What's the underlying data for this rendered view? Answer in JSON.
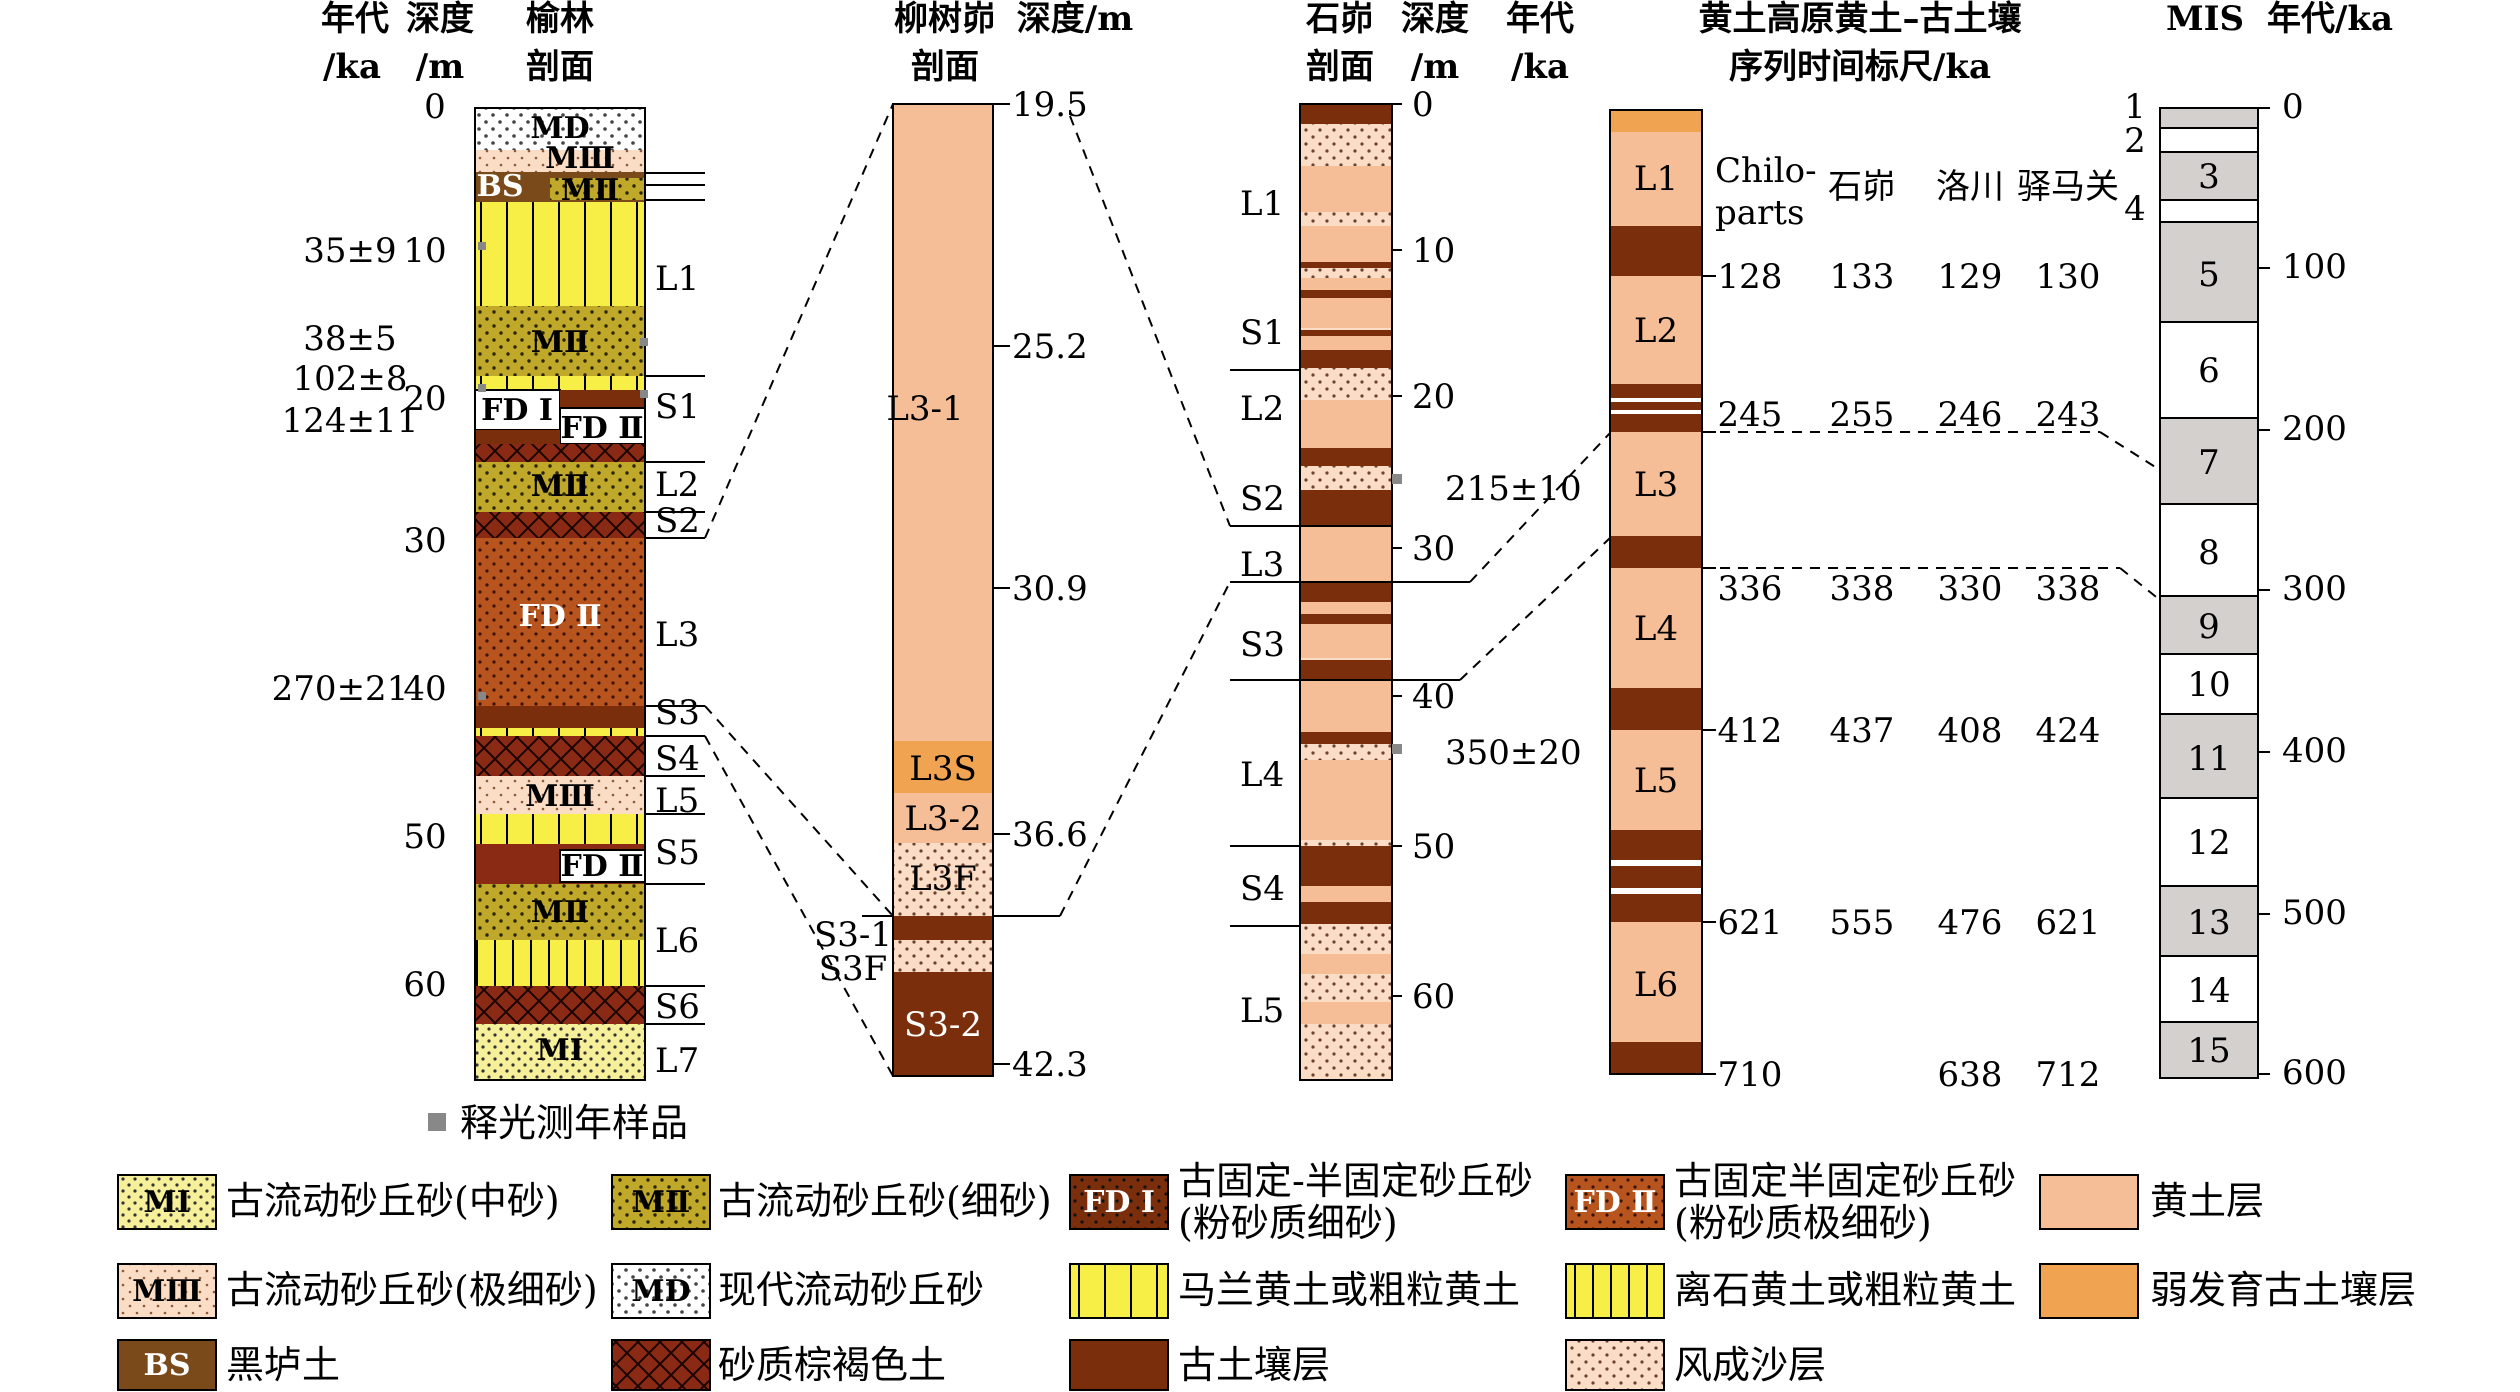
{
  "colors": {
    "loess": "#F5BE96",
    "weak_paleosol": "#F0A452",
    "paleosol": "#7A2E0C",
    "black_soil": "#7A4A1A",
    "malan_loess": "#F7EF45",
    "lishi_loess": "#F7EF45",
    "fine_dune": "#BFA82A",
    "fixed_dune_I": "#8A3A14",
    "fixed_dune_II": "#B8541D",
    "sandy_brown_soil": "#8A2A14",
    "aeolian_sand": "#FBDCC5",
    "mis_gray": "#D3D0CD"
  },
  "yulin": {
    "header": [
      "年代",
      "深度",
      "榆林"
    ],
    "header2": [
      "/ka",
      "/m",
      "剖面"
    ],
    "depth_ticks": [
      "0",
      "10",
      "20",
      "30",
      "40",
      "50",
      "60"
    ],
    "ages": [
      "35±9",
      "38±5",
      "102±8",
      "124±11",
      "270±21"
    ],
    "units": [
      "L1",
      "S1",
      "L2",
      "S2",
      "L3",
      "S3",
      "S4",
      "L5",
      "S5",
      "L6",
      "S6",
      "L7"
    ],
    "labels": {
      "md": "MD",
      "m3a": "MⅢ",
      "bs": "BS",
      "m2a": "MⅡ",
      "m2b": "MⅡ",
      "fd1": "FD Ⅰ",
      "fd2a": "FD Ⅱ",
      "m2c": "MⅡ",
      "fd2b": "FD Ⅱ",
      "m3b": "MⅢ",
      "fd2c": "FD Ⅱ",
      "m2d": "MⅡ",
      "m1": "MⅠ"
    },
    "osl_note": "释光测年样品"
  },
  "liushumao": {
    "header": [
      "柳树峁",
      "深度/m"
    ],
    "header2": [
      "剖面"
    ],
    "depth_ticks": [
      "19.5",
      "25.2",
      "30.9",
      "36.6",
      "42.3"
    ],
    "units": {
      "l3_1": "L3-1",
      "l3s": "L3S",
      "l3_2": "L3-2",
      "l3f": "L3F",
      "s3_1": "S3-1",
      "s3f": "S3F",
      "s3_2": "S3-2"
    }
  },
  "shimao": {
    "header": [
      "石峁",
      "深度",
      "年代"
    ],
    "header2": [
      "剖面",
      "/m",
      "/ka"
    ],
    "depth_ticks": [
      "0",
      "10",
      "20",
      "30",
      "40",
      "50",
      "60"
    ],
    "units": [
      "L1",
      "S1",
      "L2",
      "S2",
      "L3",
      "S3",
      "L4",
      "S4",
      "L5"
    ],
    "ages": [
      "215±10",
      "350±20"
    ]
  },
  "timescale": {
    "title": [
      "黄土高原黄土–古土壤",
      "序列时间标尺/ka"
    ],
    "columns": [
      "Chilo-",
      "parts",
      "石峁",
      "洛川",
      "驿马关"
    ],
    "units": [
      "L1",
      "L2",
      "L3",
      "L4",
      "L5",
      "L6"
    ],
    "rows": [
      [
        "128",
        "133",
        "129",
        "130"
      ],
      [
        "245",
        "255",
        "246",
        "243"
      ],
      [
        "336",
        "338",
        "330",
        "338"
      ],
      [
        "412",
        "437",
        "408",
        "424"
      ],
      [
        "621",
        "555",
        "476",
        "621"
      ],
      [
        "710",
        "",
        "638",
        "712"
      ]
    ]
  },
  "mis": {
    "header": [
      "MIS",
      "年代/ka"
    ],
    "stages": [
      "1",
      "2",
      "3",
      "4",
      "5",
      "6",
      "7",
      "8",
      "9",
      "10",
      "11",
      "12",
      "13",
      "14",
      "15"
    ],
    "age_ticks": [
      "0",
      "100",
      "200",
      "300",
      "400",
      "500",
      "600"
    ]
  },
  "legend": {
    "items": [
      {
        "abbr": "MⅠ",
        "text": "古流动砂丘砂(中砂)"
      },
      {
        "abbr": "MⅡ",
        "text": "古流动砂丘砂(细砂)"
      },
      {
        "abbr": "FD Ⅰ",
        "text": "古固定-半固定砂丘砂",
        "text2": "(粉砂质细砂)"
      },
      {
        "abbr": "FD Ⅱ",
        "text": "古固定半固定砂丘砂",
        "text2": "(粉砂质极细砂)"
      },
      {
        "abbr": "",
        "text": "黄土层"
      },
      {
        "abbr": "MⅢ",
        "text": "古流动砂丘砂(极细砂)"
      },
      {
        "abbr": "MD",
        "text": "现代流动砂丘砂"
      },
      {
        "abbr": "",
        "text": "马兰黄土或粗粒黄土"
      },
      {
        "abbr": "",
        "text": "离石黄土或粗粒黄土"
      },
      {
        "abbr": "",
        "text": "弱发育古土壤层"
      },
      {
        "abbr": "BS",
        "text": "黑垆土"
      },
      {
        "abbr": "",
        "text": "砂质棕褐色土"
      },
      {
        "abbr": "",
        "text": "古土壤层"
      },
      {
        "abbr": "",
        "text": "风成沙层"
      }
    ]
  }
}
